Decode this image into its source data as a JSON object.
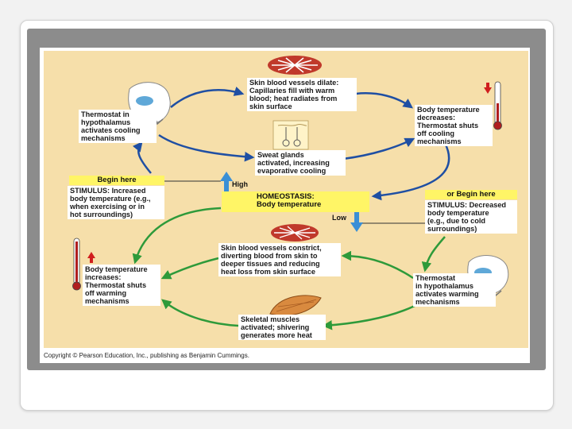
{
  "boxes": {
    "vessels_dilate": "Skin blood vessels dilate:\nCapillaries fill with warm\nblood; heat radiates from\nskin surface",
    "thermostat_cooling": "Thermostat in\nhypothalamus\nactivates cooling\nmechanisms",
    "temp_decreases": "Body temperature\ndecreases:\nThermostat shuts\noff cooling\nmechanisms",
    "sweat_glands": "Sweat glands\nactivated, increasing\nevaporative cooling",
    "stimulus_increased": "STIMULUS: Increased\nbody temperature (e.g.,\nwhen exercising or in\nhot surroundings)",
    "stimulus_decreased": "STIMULUS: Decreased\nbody temperature\n(e.g., due to cold\nsurroundings)",
    "vessels_constrict": "Skin blood vessels constrict,\ndiverting blood from skin to\ndeeper tissues and reducing\nheat loss from skin surface",
    "temp_increases": "Body temperature\nincreases:\nThermostat shuts\noff warming\nmechanisms",
    "thermostat_warming": "Thermostat\nin hypothalamus\nactivates warming\nmechanisms",
    "skeletal_muscles": "Skeletal muscles\nactivated; shivering\ngenerates more heat"
  },
  "begin_here_left": "Begin here",
  "begin_here_right": "or Begin here",
  "homeostasis_title": "HOMEOSTASIS:",
  "homeostasis_sub": "Body temperature",
  "high_label": "High",
  "low_label": "Low",
  "copyright": "Copyright © Pearson Education, Inc., publishing as Benjamin Cummings.",
  "colors": {
    "panel": "#f6dfaa",
    "cooling_arrows": "#1f4fa3",
    "warming_arrows": "#2e9a3a",
    "highlight": "#fff566",
    "high_low_arrows": "#3a8fd6"
  }
}
